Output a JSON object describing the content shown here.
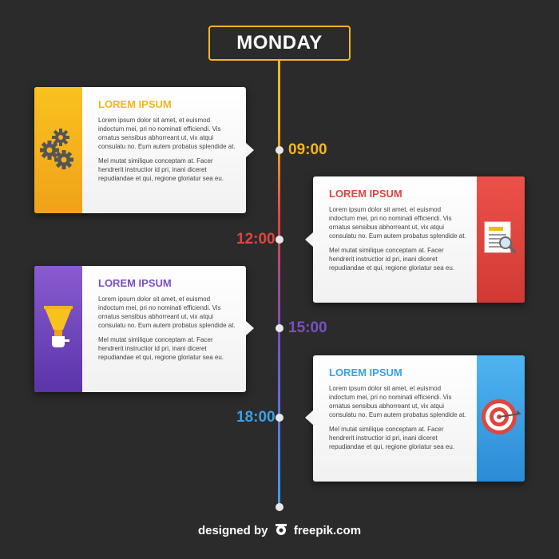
{
  "header": {
    "day": "MONDAY"
  },
  "entries": [
    {
      "time": "09:00",
      "title": "LOREM IPSUM",
      "paragraph1": "Lorem ipsum dolor sit amet, et euismod indoctum mei, pri no nominati efficiendi. Vis ornatus sensibus abhorreant ut, vix atqui consulatu no. Eum autem probatus splendide at.",
      "paragraph2": "Mel mutat similique conceptam at. Facer hendrerit instructior id pri, inani diceret repudiandae et qui, regione gloriatur sea eu.",
      "icon": "gears-icon",
      "color": "#f3b61f"
    },
    {
      "time": "12:00",
      "title": "LOREM IPSUM",
      "paragraph1": "Lorem ipsum dolor sit amet, et euismod indoctum mei, pri no nominati efficiendi. Vis ornatus sensibus abhorreant ut, vix atqui consulatu no. Eum autem probatus splendide at.",
      "paragraph2": "Mel mutat similique conceptam at. Facer hendrerit instructior id pri, inani diceret repudiandae et qui, regione gloriatur sea eu.",
      "icon": "document-search-icon",
      "color": "#e0453f"
    },
    {
      "time": "15:00",
      "title": "LOREM IPSUM",
      "paragraph1": "Lorem ipsum dolor sit amet, et euismod indoctum mei, pri no nominati efficiendi. Vis ornatus sensibus abhorreant ut, vix atqui consulatu no. Eum autem probatus splendide at.",
      "paragraph2": "Mel mutat similique conceptam at. Facer hendrerit instructior id pri, inani diceret repudiandae et qui, regione gloriatur sea eu.",
      "icon": "megaphone-icon",
      "color": "#7a4fc2"
    },
    {
      "time": "18:00",
      "title": "LOREM IPSUM",
      "paragraph1": "Lorem ipsum dolor sit amet, et euismod indoctum mei, pri no nominati efficiendi. Vis ornatus sensibus abhorreant ut, vix atqui consulatu no. Eum autem probatus splendide at.",
      "paragraph2": "Mel mutat similique conceptam at. Facer hendrerit instructior id pri, inani diceret repudiandae et qui, regione gloriatur sea eu.",
      "icon": "target-icon",
      "color": "#3aa0e8"
    }
  ],
  "credit": {
    "prefix": "designed by",
    "brand": "freepik.com"
  }
}
